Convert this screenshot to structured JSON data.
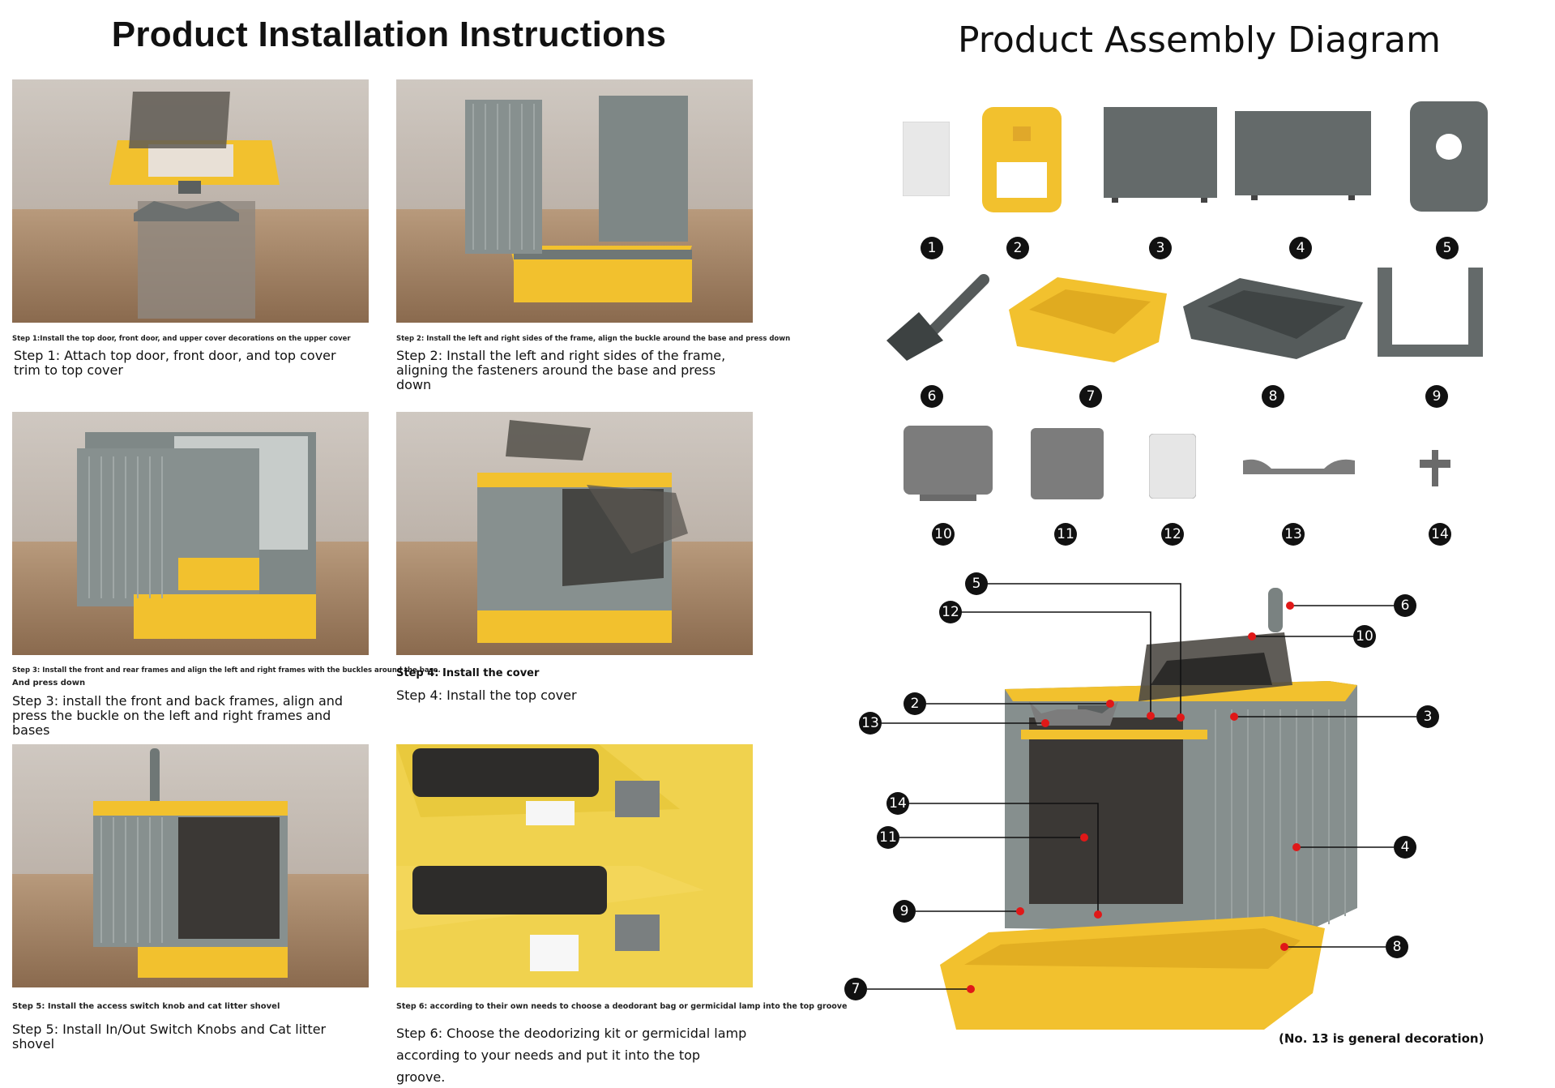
{
  "left": {
    "title": "Product Installation Instructions",
    "steps": [
      {
        "small": "Step 1:Install the top door, front door, and upper cover decorations on the upper cover",
        "small2": "",
        "caption": "Step 1: Attach top door, front door, and top cover trim to top cover"
      },
      {
        "small": "Step 2: Install the left and right sides of the frame, align the buckle around the base and press down",
        "small2": "",
        "caption": "Step 2: Install the left and right sides of the frame, aligning the fasteners around the base and press down"
      },
      {
        "small": "Step 3: Install the front and rear frames and align the left and right frames with the buckles around the base.",
        "small2": "And press down",
        "caption": "Step 3:  install the front and back frames, align and press the buckle on the left and right frames and bases"
      },
      {
        "small": "Step 4: Install the cover",
        "small2": "",
        "caption": "Step 4: Install the top cover"
      },
      {
        "small": "Step 5: Install the access switch knob and cat litter shovel",
        "small2": "",
        "caption": "Step 5: Install In/Out Switch Knobs and Cat litter shovel"
      },
      {
        "small": "Step 6: according to their own needs to choose a deodorant bag or germicidal lamp into the top groove",
        "small2": "",
        "caption": "Step 6: Choose the deodorizing kit or germicidal lamp according to your needs and put it into the top groove."
      }
    ]
  },
  "right": {
    "title": "Product Assembly Diagram",
    "part_numbers": [
      "1",
      "2",
      "3",
      "4",
      "5",
      "6",
      "7",
      "8",
      "9",
      "10",
      "11",
      "12",
      "13",
      "14"
    ],
    "callouts": [
      "5",
      "12",
      "6",
      "10",
      "2",
      "13",
      "3",
      "14",
      "11",
      "4",
      "9",
      "8",
      "7"
    ],
    "note": "(No. 13 is general decoration)"
  },
  "colors": {
    "yellow": "#f2c12e",
    "grey": "#7b8584",
    "dark": "#3e4343",
    "smoke": "#6e6963",
    "floor": "#a98a6c",
    "wall": "#c9c2bb"
  }
}
